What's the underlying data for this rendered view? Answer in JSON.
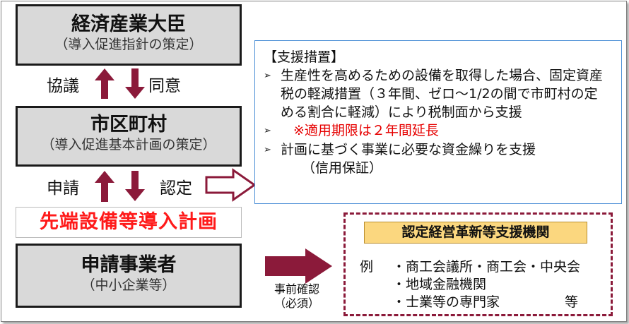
{
  "minister": {
    "title": "経済産業大臣",
    "subtitle": "（導入促進指針の策定）"
  },
  "municipality": {
    "title": "市区町村",
    "subtitle": "（導入促進基本計画の策定）"
  },
  "plan": {
    "title": "先端設備等導入計画"
  },
  "applicant": {
    "title": "申請事業者",
    "subtitle": "（中小企業等）"
  },
  "labels": {
    "consult": "協議",
    "consent": "同意",
    "apply": "申請",
    "certify": "認定",
    "prior_check_1": "事前確認",
    "prior_check_2": "（必須）"
  },
  "support": {
    "heading": "【支援措置】",
    "bullet_mark": "➢",
    "item1_line1": "生産性を高めるための設備を取得した場合、固定資産",
    "item1_line2": "税の軽減措置（３年間、ゼロ～1/2の間で市町村の定",
    "item1_line3": "める割合に軽減）により税制面から支援",
    "item2": "※適用期限は２年間延長",
    "item3_line1": "計画に基づく事業に必要な資金繰りを支援",
    "item3_line2": "（信用保証）"
  },
  "support_org": {
    "title": "認定経営革新等支援機関",
    "example": "例",
    "items": [
      "・商工会議所・商工会・中央会",
      "・地域金融機関",
      "・士業等の専門家"
    ],
    "etc": "等"
  },
  "colors": {
    "box_fill": "#d9d9d9",
    "arrow_dark_red": "#8b1a3a",
    "plan_red": "#ff1a1a",
    "org_title_fill": "#fbd77f",
    "support_border": "#4b8fd6",
    "highlight_red": "#e60000"
  }
}
